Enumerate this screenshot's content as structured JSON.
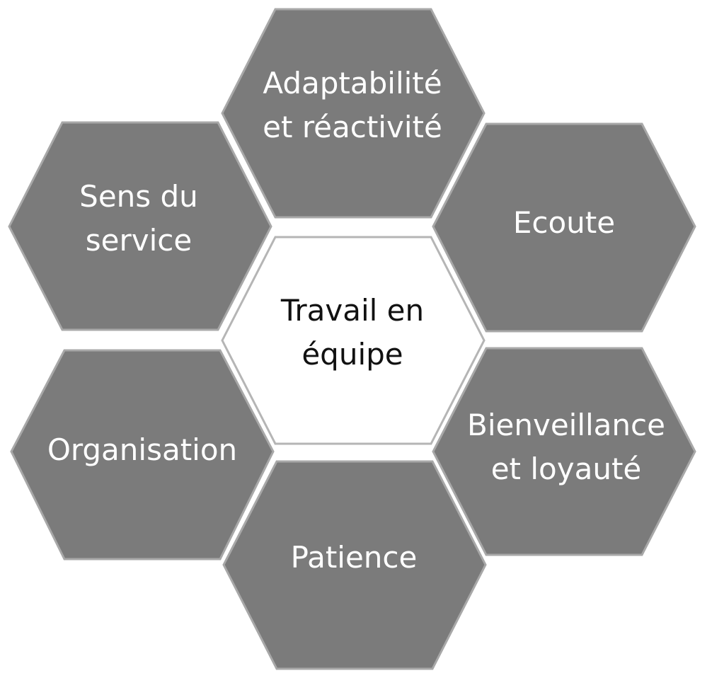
{
  "diagram": {
    "center": {
      "lines": [
        "Travail en",
        "équipe"
      ],
      "fill": "#ffffff",
      "text_color": "#111111"
    },
    "outer_fill": "#7b7b7b",
    "outer_text_color": "#ffffff",
    "items": [
      {
        "id": "adaptabilite",
        "lines": [
          "Adaptabilité",
          "et réactivité"
        ]
      },
      {
        "id": "ecoute",
        "lines": [
          "Ecoute"
        ]
      },
      {
        "id": "bienveillance",
        "lines": [
          "Bienveillance",
          "et loyauté"
        ]
      },
      {
        "id": "patience",
        "lines": [
          "Patience"
        ]
      },
      {
        "id": "organisation",
        "lines": [
          "Organisation"
        ]
      },
      {
        "id": "sens-du-service",
        "lines": [
          "Sens du",
          "service"
        ]
      }
    ]
  }
}
